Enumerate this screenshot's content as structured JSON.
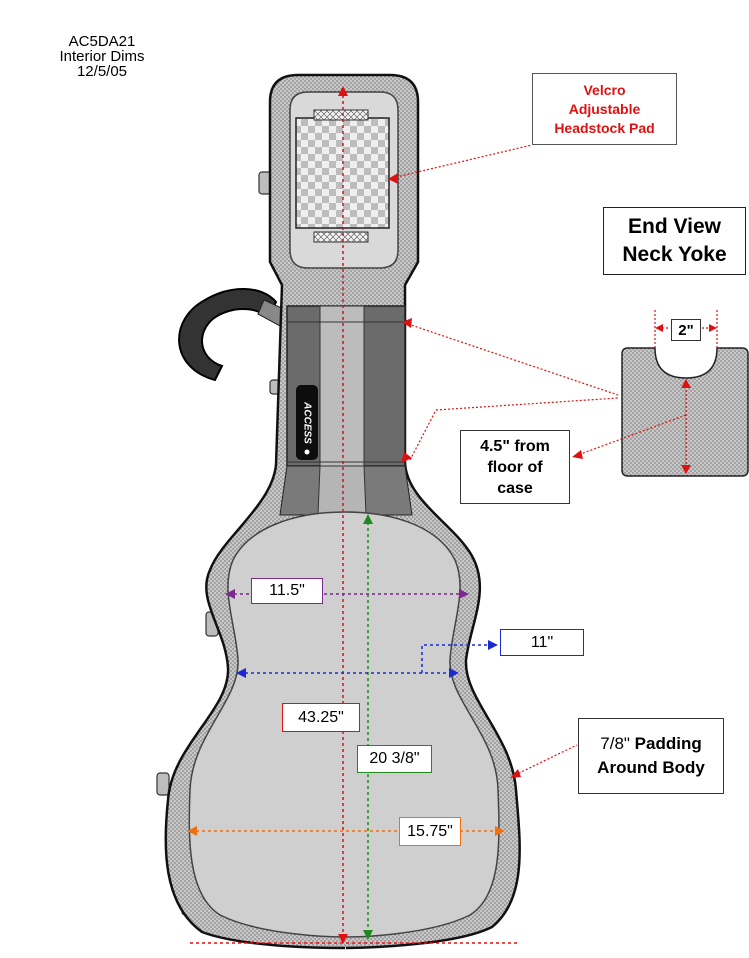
{
  "header": {
    "model": "AC5DA21",
    "subtitle": "Interior Dims",
    "date": "12/5/05"
  },
  "callouts": {
    "velcro": [
      "Velcro",
      "Adjustable",
      "Headstock Pad"
    ],
    "end_view": [
      "End View",
      "Neck Yoke"
    ],
    "yoke_width": "2\"",
    "yoke_height": [
      "4.5\" from",
      "floor of",
      "case"
    ],
    "padding_lead": "7/8\"",
    "padding_rest": "Padding",
    "padding_line2": "Around Body"
  },
  "dimensions": {
    "upper_bout": "11.5\"",
    "waist": "11\"",
    "total_length": "43.25\"",
    "body_length": "20 3/8\"",
    "lower_bout": "15.75\""
  },
  "brand": "ACCESS",
  "colors": {
    "red": "#e01010",
    "purple": "#7a2a8c",
    "blue": "#1a2ad0",
    "green": "#1e8a1e",
    "orange": "#f07010",
    "case_body": "#cfcfcf",
    "case_dark": "#555555"
  }
}
